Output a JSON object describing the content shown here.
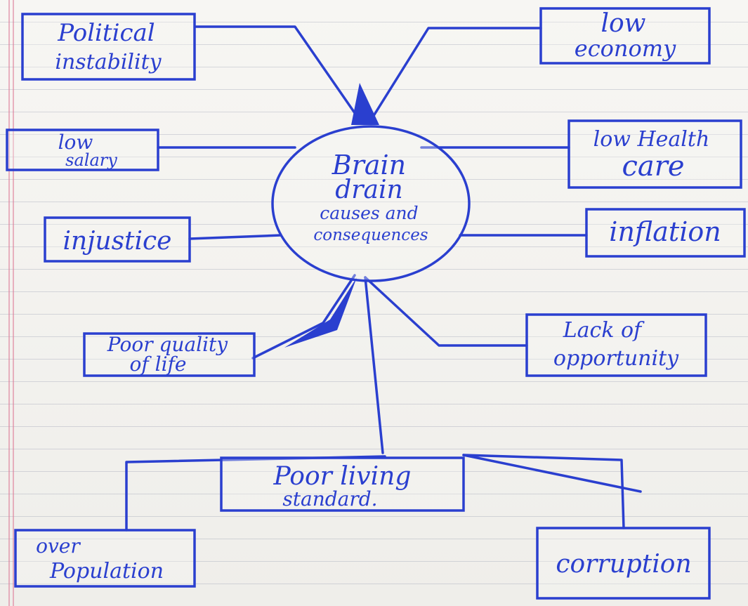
{
  "central": {
    "lines": [
      "Brain",
      "drain",
      "causes and",
      "consequences"
    ]
  },
  "nodes": {
    "political_instability": {
      "lines": [
        "Political",
        "instability"
      ]
    },
    "low_economy": {
      "lines": [
        "low",
        "economy"
      ]
    },
    "low_salary": {
      "lines": [
        "low",
        "salary"
      ]
    },
    "low_health_care": {
      "lines": [
        "low Health",
        "care"
      ]
    },
    "injustice": {
      "lines": [
        "injustice"
      ]
    },
    "inflation": {
      "lines": [
        "inflation"
      ]
    },
    "poor_quality_of_life": {
      "lines": [
        "Poor quality",
        "of life"
      ]
    },
    "lack_of_opportunity": {
      "lines": [
        "Lack of",
        "opportunity"
      ]
    },
    "poor_living_standard": {
      "lines": [
        "Poor living",
        "standard."
      ]
    },
    "over_population": {
      "lines": [
        "over",
        "Population"
      ]
    },
    "corruption": {
      "lines": [
        "corruption"
      ]
    }
  },
  "colors": {
    "ink": "#2a3fcf"
  }
}
